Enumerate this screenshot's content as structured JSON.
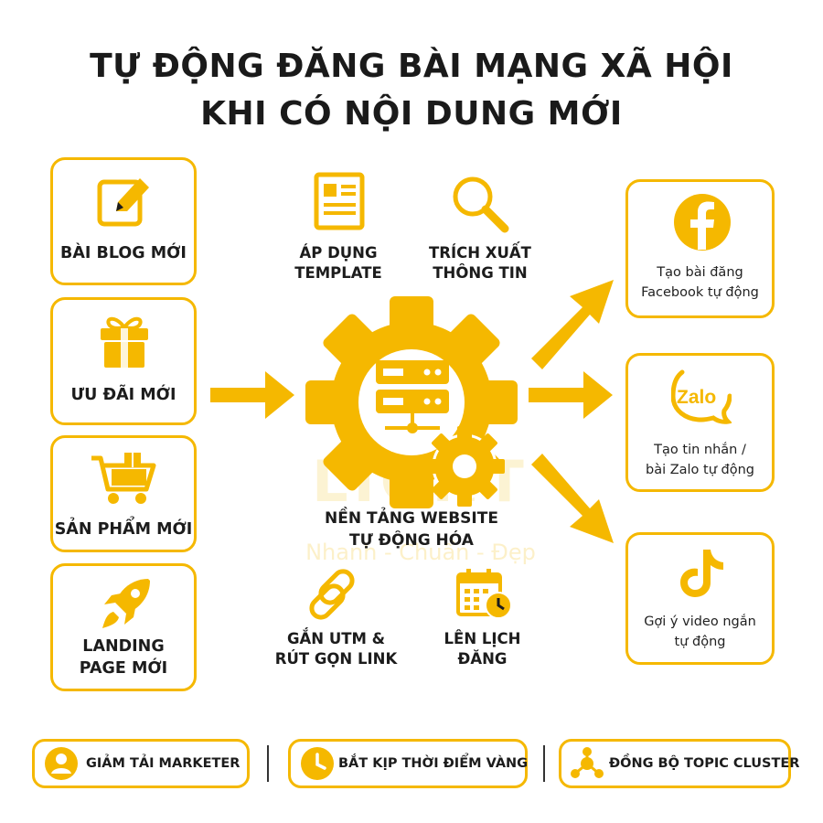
{
  "title": {
    "line1": "TỰ ĐỘNG ĐĂNG BÀI MẠNG XÃ HỘI",
    "line2": "KHI CÓ NỘI DUNG MỚI"
  },
  "inputs": [
    {
      "icon": "pencil-square-icon",
      "label_lines": [
        "BÀI BLOG MỚI"
      ]
    },
    {
      "icon": "gift-icon",
      "label_lines": [
        "ƯU ĐÃI MỚI"
      ]
    },
    {
      "icon": "shopping-cart-icon",
      "label_lines": [
        "SẢN PHẨM MỚI"
      ]
    },
    {
      "icon": "rocket-icon",
      "label_lines": [
        "LANDING",
        "PAGE MỚI"
      ]
    }
  ],
  "center": {
    "label_lines": [
      "NỀN TẢNG WEBSITE",
      "TỰ ĐỘNG HÓA"
    ],
    "steps": [
      {
        "icon": "template-document-icon",
        "label_lines": [
          "ÁP DỤNG",
          "TEMPLATE"
        ]
      },
      {
        "icon": "magnifier-icon",
        "label_lines": [
          "TRÍCH XUẤT",
          "THÔNG TIN"
        ]
      },
      {
        "icon": "chain-link-icon",
        "label_lines": [
          "GẮN UTM &",
          "RÚT GỌN LINK"
        ]
      },
      {
        "icon": "calendar-clock-icon",
        "label_lines": [
          "LÊN LỊCH",
          "ĐĂNG"
        ]
      }
    ]
  },
  "outputs": [
    {
      "icon": "facebook-icon",
      "label_lines": [
        "Tạo bài đăng",
        "Facebook tự động"
      ]
    },
    {
      "icon": "zalo-icon",
      "icon_text": "Zalo",
      "label_lines": [
        "Tạo tin nhắn /",
        "bài Zalo tự động"
      ]
    },
    {
      "icon": "tiktok-icon",
      "label_lines": [
        "Gợi ý video ngắn",
        "tự động"
      ]
    }
  ],
  "benefits": [
    {
      "icon": "user-icon",
      "label": "GIẢM TẢI MARKETER"
    },
    {
      "icon": "clock-icon",
      "label": "BẮT KỊP THỜI ĐIỂM VÀNG"
    },
    {
      "icon": "network-icon",
      "label": "ĐỒNG BỘ TOPIC CLUSTER"
    }
  ],
  "watermark": {
    "text": "LIGHT",
    "tagline": "Nhanh - Chuẩn - Đẹp"
  },
  "colors": {
    "accent": "#f5b800",
    "dark": "#1c1c1c",
    "background": "#ffffff"
  }
}
